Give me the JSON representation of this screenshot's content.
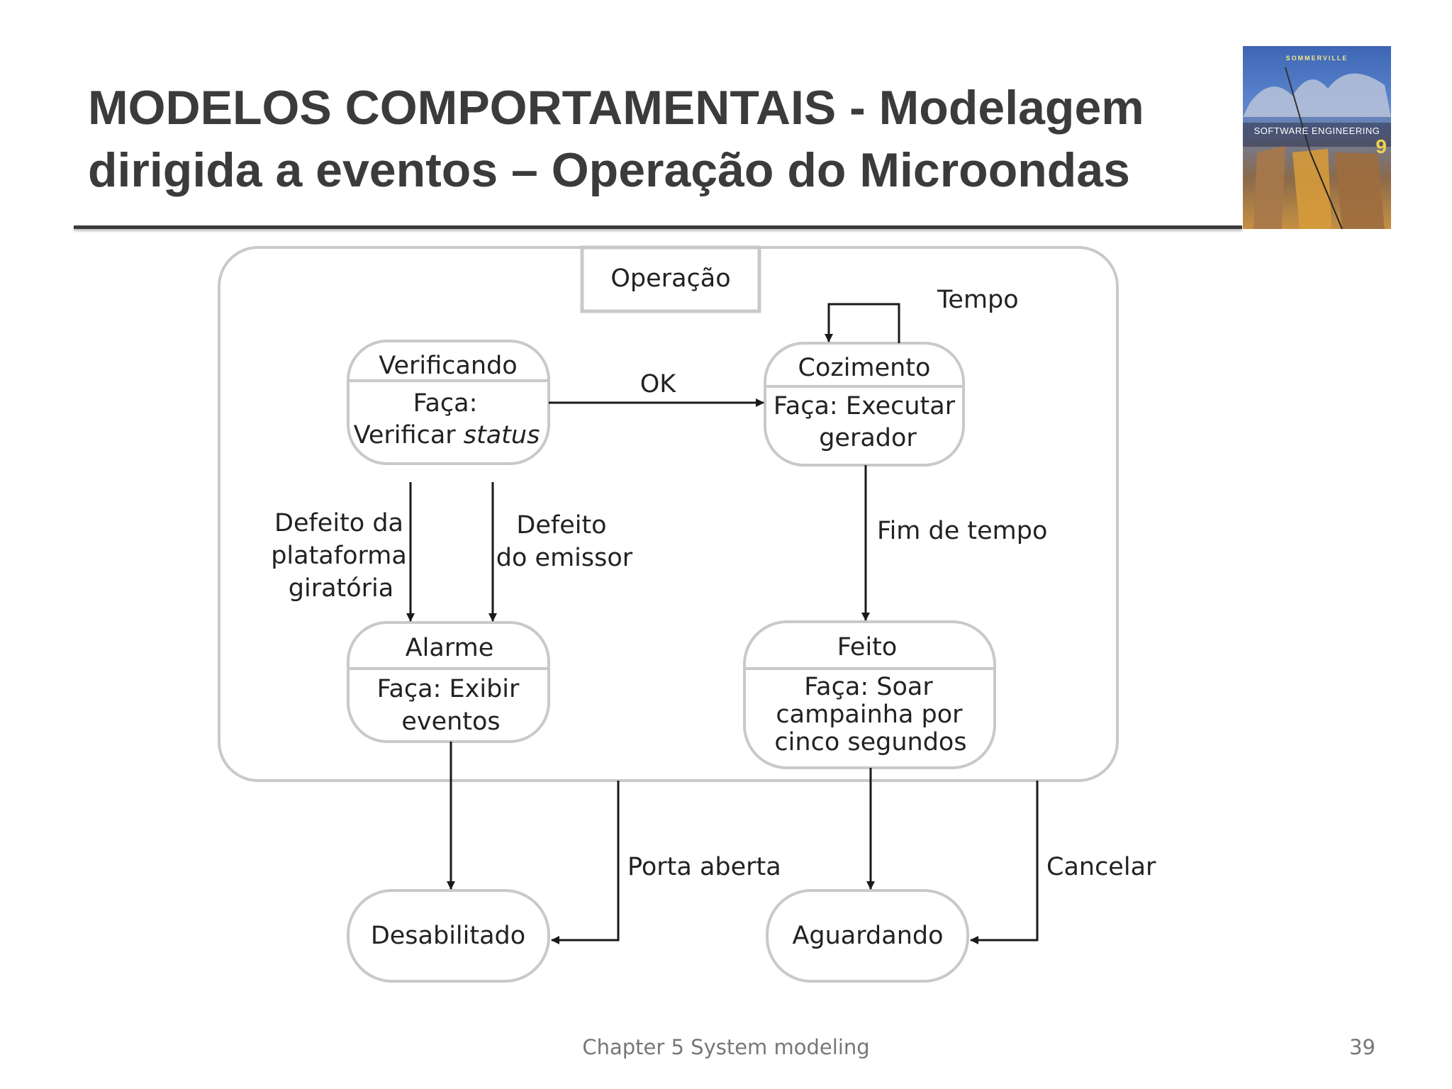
{
  "slide": {
    "title": "MODELOS COMPORTAMENTAIS  - Modelagem\ndirigida a eventos – Operação do Microondas",
    "footer": "Chapter 5 System modeling",
    "page_number": "39"
  },
  "cover": {
    "author": "SOMMERVILLE",
    "title": "SOFTWARE ENGINEERING",
    "edition": "9"
  },
  "diagram": {
    "superstate": "Operação",
    "states": {
      "verificando": {
        "name": "Verificando",
        "action_line1": "Faça:",
        "action_line2_prefix": "Verificar ",
        "action_line2_italic": "status"
      },
      "cozimento": {
        "name": "Cozimento",
        "action_line1": "Faça: Executar",
        "action_line2": "gerador"
      },
      "alarme": {
        "name": "Alarme",
        "action_line1": "Faça: Exibir",
        "action_line2": "eventos"
      },
      "feito": {
        "name": "Feito",
        "action_line1": "Faça: Soar",
        "action_line2": "campainha por",
        "action_line3": "cinco segundos"
      },
      "desabilitado": {
        "name": "Desabilitado"
      },
      "aguardando": {
        "name": "Aguardando"
      }
    },
    "transitions": {
      "ok": "OK",
      "tempo": "Tempo",
      "defeito_plataforma": [
        "Defeito da",
        "plataforma",
        "giratória"
      ],
      "defeito_emissor": [
        "Defeito",
        "do emissor"
      ],
      "fim_de_tempo": "Fim de tempo",
      "porta_aberta": "Porta aberta",
      "cancelar": "Cancelar"
    }
  },
  "colors": {
    "title_text": "#3b3b3b",
    "state_border": "#c9c9c9",
    "edge": "#1a1a1a"
  }
}
